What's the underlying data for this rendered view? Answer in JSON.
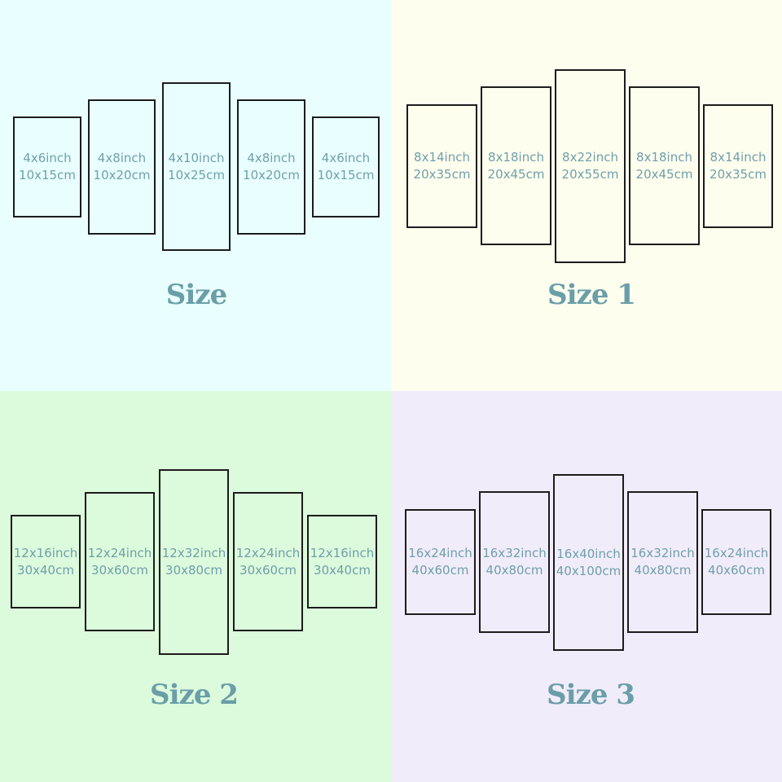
{
  "panels": [
    {
      "title": "Size",
      "background": "#e9ffff",
      "frames": [
        {
          "inch": "4x6inch",
          "cm": "10x15cm"
        },
        {
          "inch": "4x8inch",
          "cm": "10x20cm"
        },
        {
          "inch": "4x10inch",
          "cm": "10x25cm"
        },
        {
          "inch": "4x8inch",
          "cm": "10x20cm"
        },
        {
          "inch": "4x6inch",
          "cm": "10x15cm"
        }
      ]
    },
    {
      "title": "Size 1",
      "background": "#fefeee",
      "frames": [
        {
          "inch": "8x14inch",
          "cm": "20x35cm"
        },
        {
          "inch": "8x18inch",
          "cm": "20x45cm"
        },
        {
          "inch": "8x22inch",
          "cm": "20x55cm"
        },
        {
          "inch": "8x18inch",
          "cm": "20x45cm"
        },
        {
          "inch": "8x14inch",
          "cm": "20x35cm"
        }
      ]
    },
    {
      "title": "Size 2",
      "background": "#dcfadc",
      "frames": [
        {
          "inch": "12x16inch",
          "cm": "30x40cm"
        },
        {
          "inch": "12x24inch",
          "cm": "30x60cm"
        },
        {
          "inch": "12x32inch",
          "cm": "30x80cm"
        },
        {
          "inch": "12x24inch",
          "cm": "30x60cm"
        },
        {
          "inch": "12x16inch",
          "cm": "30x40cm"
        }
      ]
    },
    {
      "title": "Size 3",
      "background": "#f1ecfa",
      "frames": [
        {
          "inch": "16x24inch",
          "cm": "40x60cm"
        },
        {
          "inch": "16x32inch",
          "cm": "40x80cm"
        },
        {
          "inch": "16x40inch",
          "cm": "40x100cm"
        },
        {
          "inch": "16x32inch",
          "cm": "40x80cm"
        },
        {
          "inch": "16x24inch",
          "cm": "40x60cm"
        }
      ]
    }
  ]
}
